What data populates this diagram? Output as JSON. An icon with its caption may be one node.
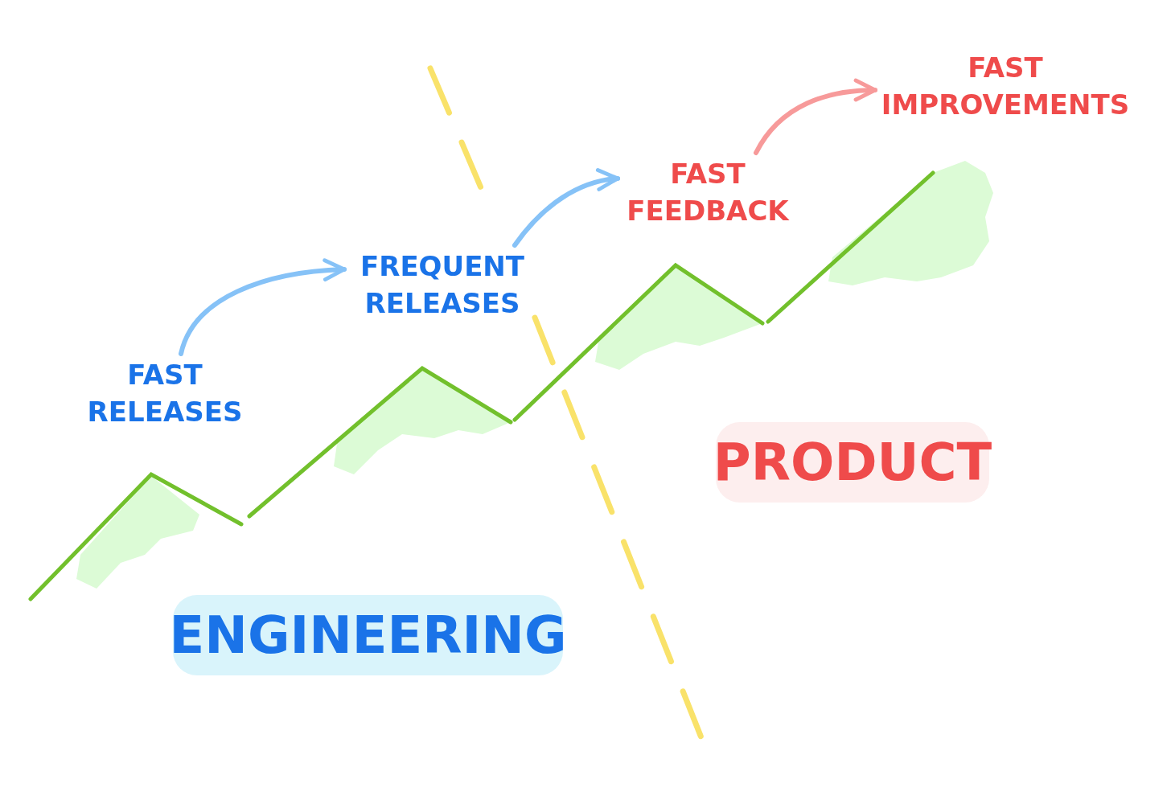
{
  "diagram": {
    "nodes": [
      {
        "text": [
          "FAST RELEASES"
        ]
      },
      {
        "text": [
          "FREQUENT RELEASES"
        ]
      },
      {
        "text": [
          "FAST FEEDBACK"
        ]
      },
      {
        "text": [
          "FAST IMPROVEMENTS"
        ]
      },
      {
        "text": [
          "ENGINEERING"
        ]
      },
      {
        "text": [
          "PRODUCT"
        ]
      }
    ],
    "edges": [
      {
        "from": 0,
        "to": 1,
        "arrow": "to"
      },
      {
        "from": 1,
        "to": 2,
        "arrow": "to"
      },
      {
        "from": 2,
        "to": 3,
        "arrow": "to",
        "color": "#f79a9a"
      }
    ]
  }
}
